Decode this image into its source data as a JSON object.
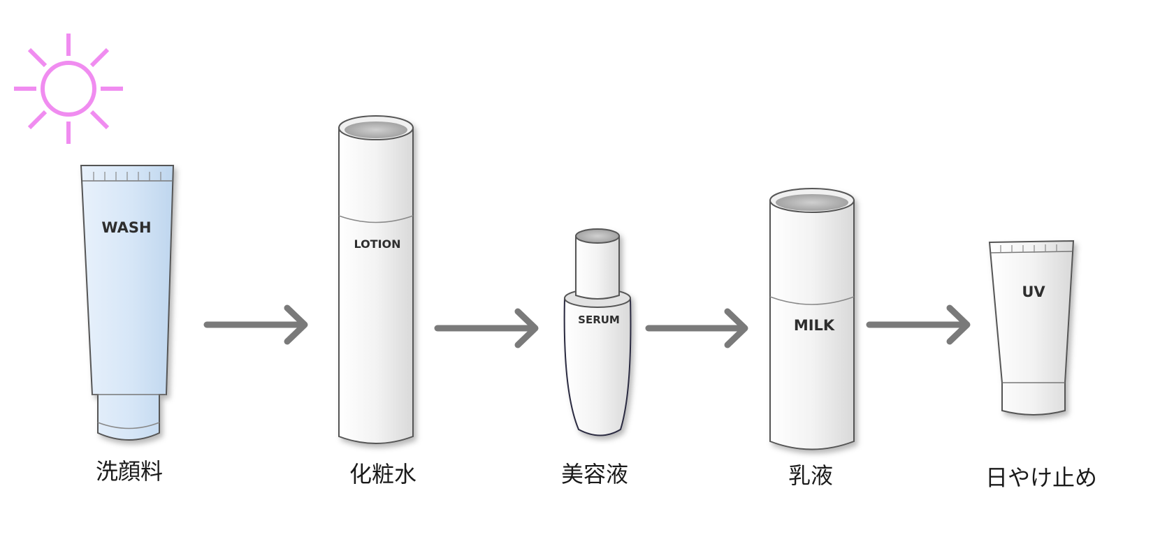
{
  "diagram": {
    "icon": "sun-icon",
    "colors": {
      "sun": "#f08cf0",
      "arrow": "#7a7a7a",
      "wash_tube": "#d7e8f8",
      "bottle": "#f4f4f4",
      "outline": "#555555"
    },
    "steps": [
      {
        "product_label": "WASH",
        "caption": "洗顔料"
      },
      {
        "product_label": "LOTION",
        "caption": "化粧水"
      },
      {
        "product_label": "SERUM",
        "caption": "美容液"
      },
      {
        "product_label": "MILK",
        "caption": "乳液"
      },
      {
        "product_label": "UV",
        "caption": "日やけ止め"
      }
    ]
  }
}
